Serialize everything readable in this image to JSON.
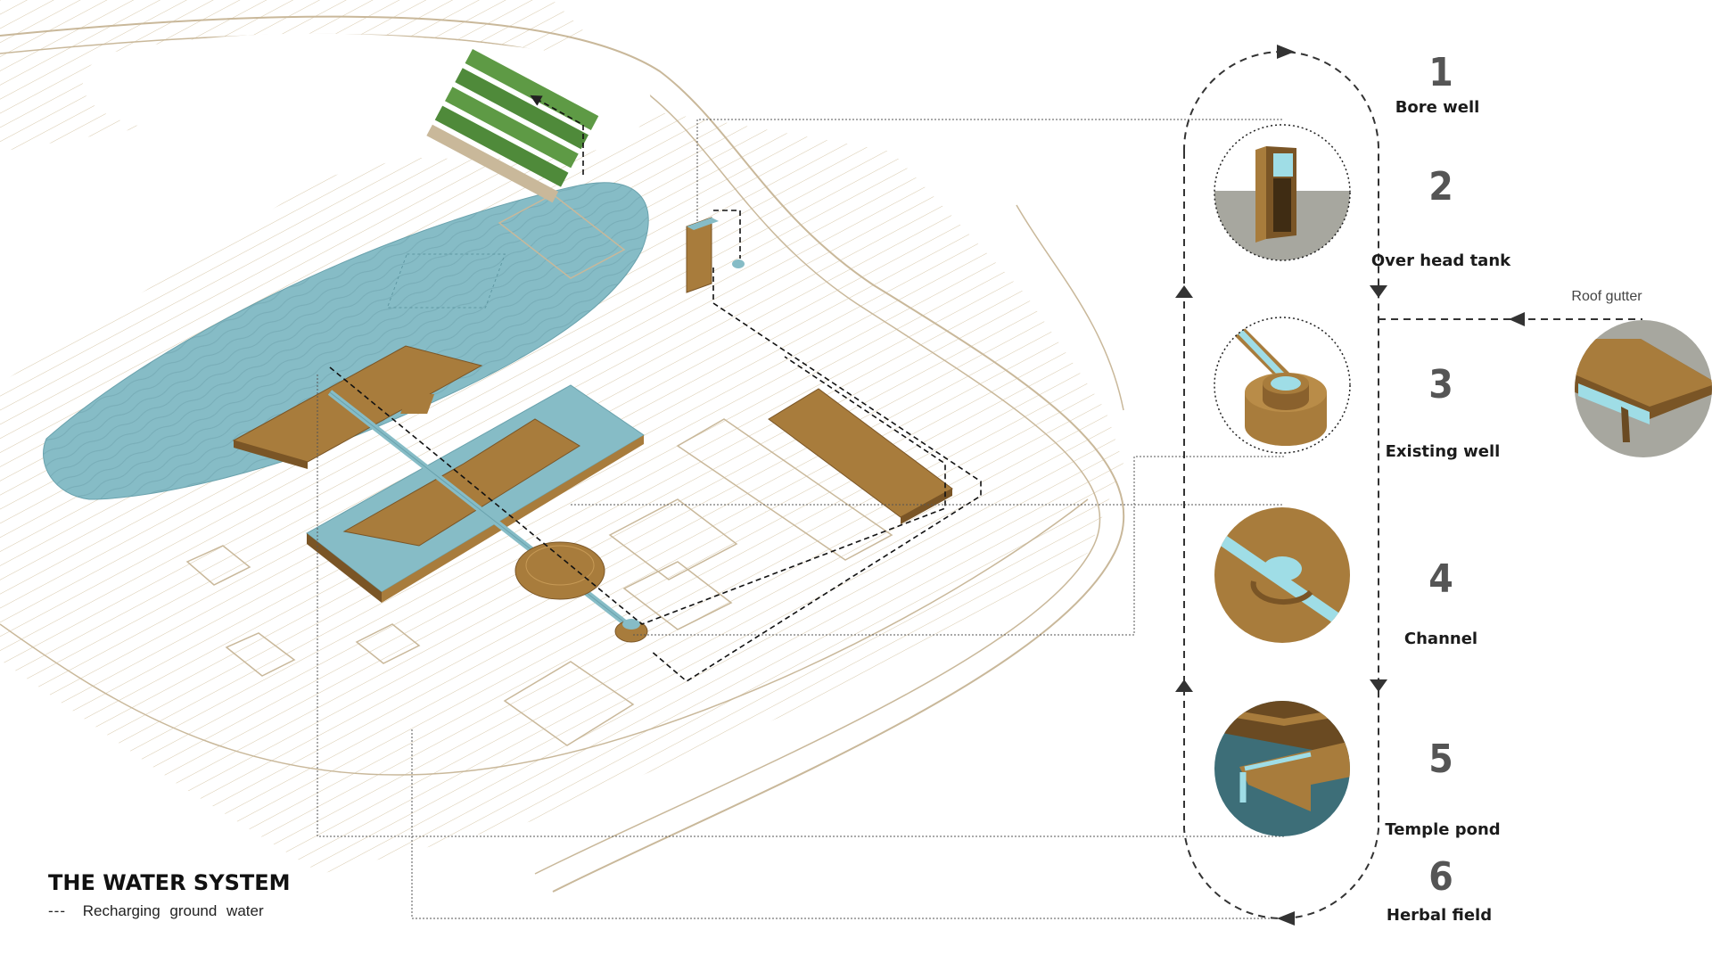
{
  "title": "THE WATER SYSTEM",
  "legend": {
    "symbol": "---",
    "label": "Recharging ground water"
  },
  "steps": [
    {
      "number": "1",
      "label": "Bore well"
    },
    {
      "number": "2",
      "label": "Over head tank"
    },
    {
      "number": "3",
      "label": "Existing well"
    },
    {
      "number": "4",
      "label": "Channel"
    },
    {
      "number": "5",
      "label": "Temple pond"
    },
    {
      "number": "6",
      "label": "Herbal field"
    }
  ],
  "side_input": {
    "label": "Roof gutter"
  },
  "colors": {
    "water": "#7fb3bd",
    "earth": "#a87c3c",
    "earth_dark": "#7a5526",
    "linework": "#c9b89a",
    "green": "#4f8a3a"
  }
}
